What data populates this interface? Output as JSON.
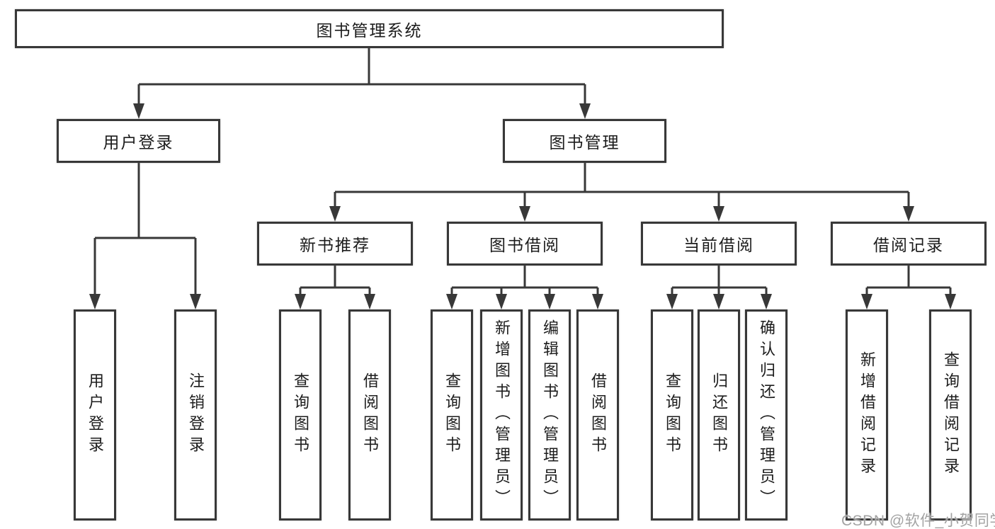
{
  "diagram": {
    "root": "图书管理系统",
    "level2": {
      "user_login": "用户登录",
      "book_mgmt": "图书管理"
    },
    "level3": {
      "new_books": "新书推荐",
      "book_borrow": "图书借阅",
      "current_borrow": "当前借阅",
      "borrow_records": "借阅记录"
    },
    "leaves": {
      "user_login": [
        "用户登录",
        "注销登录"
      ],
      "new_books": [
        "查询图书",
        "借阅图书"
      ],
      "book_borrow": [
        "查询图书",
        "新增图书（管理员）",
        "编辑图书（管理员）",
        "借阅图书"
      ],
      "current_borrow": [
        "查询图书",
        "归还图书",
        "确认归还（管理员）"
      ],
      "borrow_records": [
        "新增借阅记录",
        "查询借阅记录"
      ]
    }
  },
  "watermark": "CSDN @软件_小贺同学",
  "colors": {
    "line": "#383838",
    "text": "#1c1c1c",
    "background": "#ffffff",
    "watermark": "#a3a3a3"
  }
}
